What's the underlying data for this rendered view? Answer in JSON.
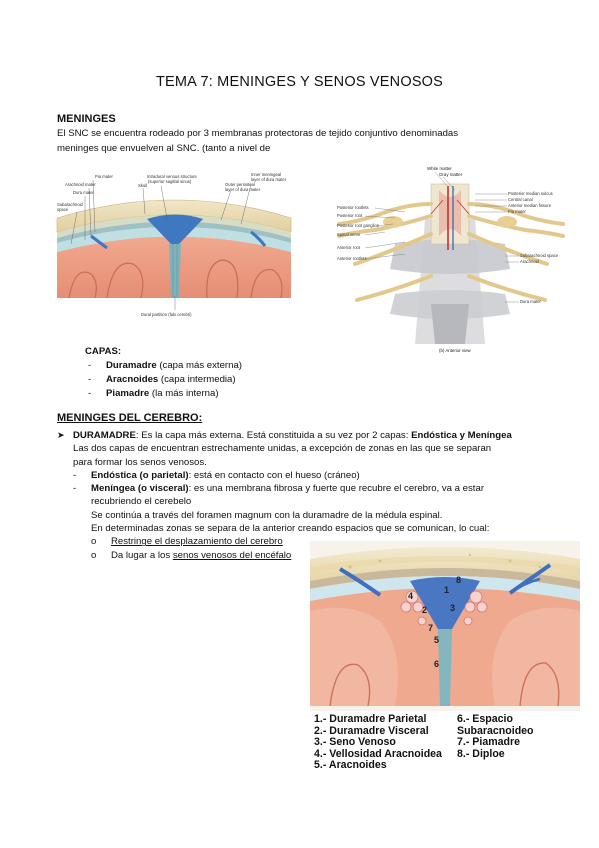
{
  "doc": {
    "title": "TEMA 7: MENINGES Y SENOS VENOSOS",
    "section1": {
      "heading": "MENINGES",
      "intro_line1": "El SNC se encuentra rodeado por 3 membranas protectoras de tejido conjuntivo denominadas",
      "intro_line2": "meninges que envuelven al SNC. (tanto a nivel de"
    },
    "figure1": {
      "labels": {
        "pia": "Pia mater",
        "arachnoid": "Arachnoid mater",
        "dura": "Dura mater",
        "subarachnoid_1": "Subarachnoid",
        "subarachnoid_2": "space",
        "intradural_1": "Intradural venous structure",
        "intradural_2": "(superior sagittal sinus)",
        "skull": "Skull",
        "outer_1": "Outer periosteal",
        "outer_2": "layer of dura mater",
        "inner_1": "Inner meningeal",
        "inner_2": "layer of dura mater",
        "falx": "Dural partition (falx cerebri)"
      }
    },
    "figure2": {
      "labels": {
        "white": "White matter",
        "gray": "Gray matter",
        "posterior_median": "Posterior median sulcus",
        "central": "Central canal",
        "anterior_median": "Anterior median fissure",
        "pia": "Pia mater",
        "posterior_rootlets": "Posterior rootlets",
        "posterior_root": "Posterior root",
        "posterior_ganglion": "Posterior root ganglion",
        "spinal_nerve": "Spinal nerve",
        "anterior_root": "Anterior root",
        "anterior_rootlets": "Anterior rootlets",
        "subarachnoid": "Subarachnoid space",
        "arachnoid": "Arachnoid",
        "dura": "Dura mater",
        "caption": "(b) Anterior view"
      }
    },
    "capas": {
      "heading": "CAPAS:",
      "items": [
        {
          "dash": "-",
          "bold": "Duramadre",
          "rest": " (capa más externa)"
        },
        {
          "dash": "-",
          "bold": "Aracnoides",
          "rest": " (capa intermedia)"
        },
        {
          "dash": "-",
          "bold": "Piamadre",
          "rest": " (la más interna)"
        }
      ]
    },
    "section2": {
      "heading": "MENINGES DEL CEREBRO:",
      "dura_bold": "DURAMADRE",
      "dura_text": ": Es la capa más externa. Está constituida a su vez por 2 capas: ",
      "dura_layers": "Endóstica y Meníngea",
      "line2": "Las dos capas de encuentran estrechamente unidas, a excepción de zonas en las que se separan",
      "line3": "para formar los senos venosos.",
      "sub1_bold": "Endóstica (o parietal)",
      "sub1_text": ": está en contacto con el hueso (cráneo)",
      "sub2_bold": "Meníngea (o visceral)",
      "sub2_text": ": es una membrana fibrosa y fuerte que recubre el cerebro, va a estar",
      "sub2_cont": "recubriendo el cerebelo",
      "cont1": "Se continúa a través del foramen magnum con la duramadre de la médula espinal.",
      "cont2": "En determinadas zonas se separa de la anterior creando espacios que se comunican, lo cual:",
      "b1": "Restringe el desplazamiento del cerebro",
      "b2_pre": "Da lugar a los ",
      "b2_u": "senos venosos del encéfalo",
      "marker_dash": "-",
      "marker_o": "o"
    },
    "figure3": {
      "numbers": [
        "8",
        "1",
        "4",
        "2",
        "3",
        "7",
        "5",
        "6"
      ],
      "legend_left": [
        "1.- Duramadre Parietal",
        "2.- Duramadre Visceral",
        "3.- Seno Venoso",
        "4.- Vellosidad Aracnoidea",
        "5.- Aracnoides"
      ],
      "legend_right": [
        "6.- Espacio Subaracnoideo",
        "7.- Piamadre",
        "8.- Diploe"
      ]
    }
  }
}
